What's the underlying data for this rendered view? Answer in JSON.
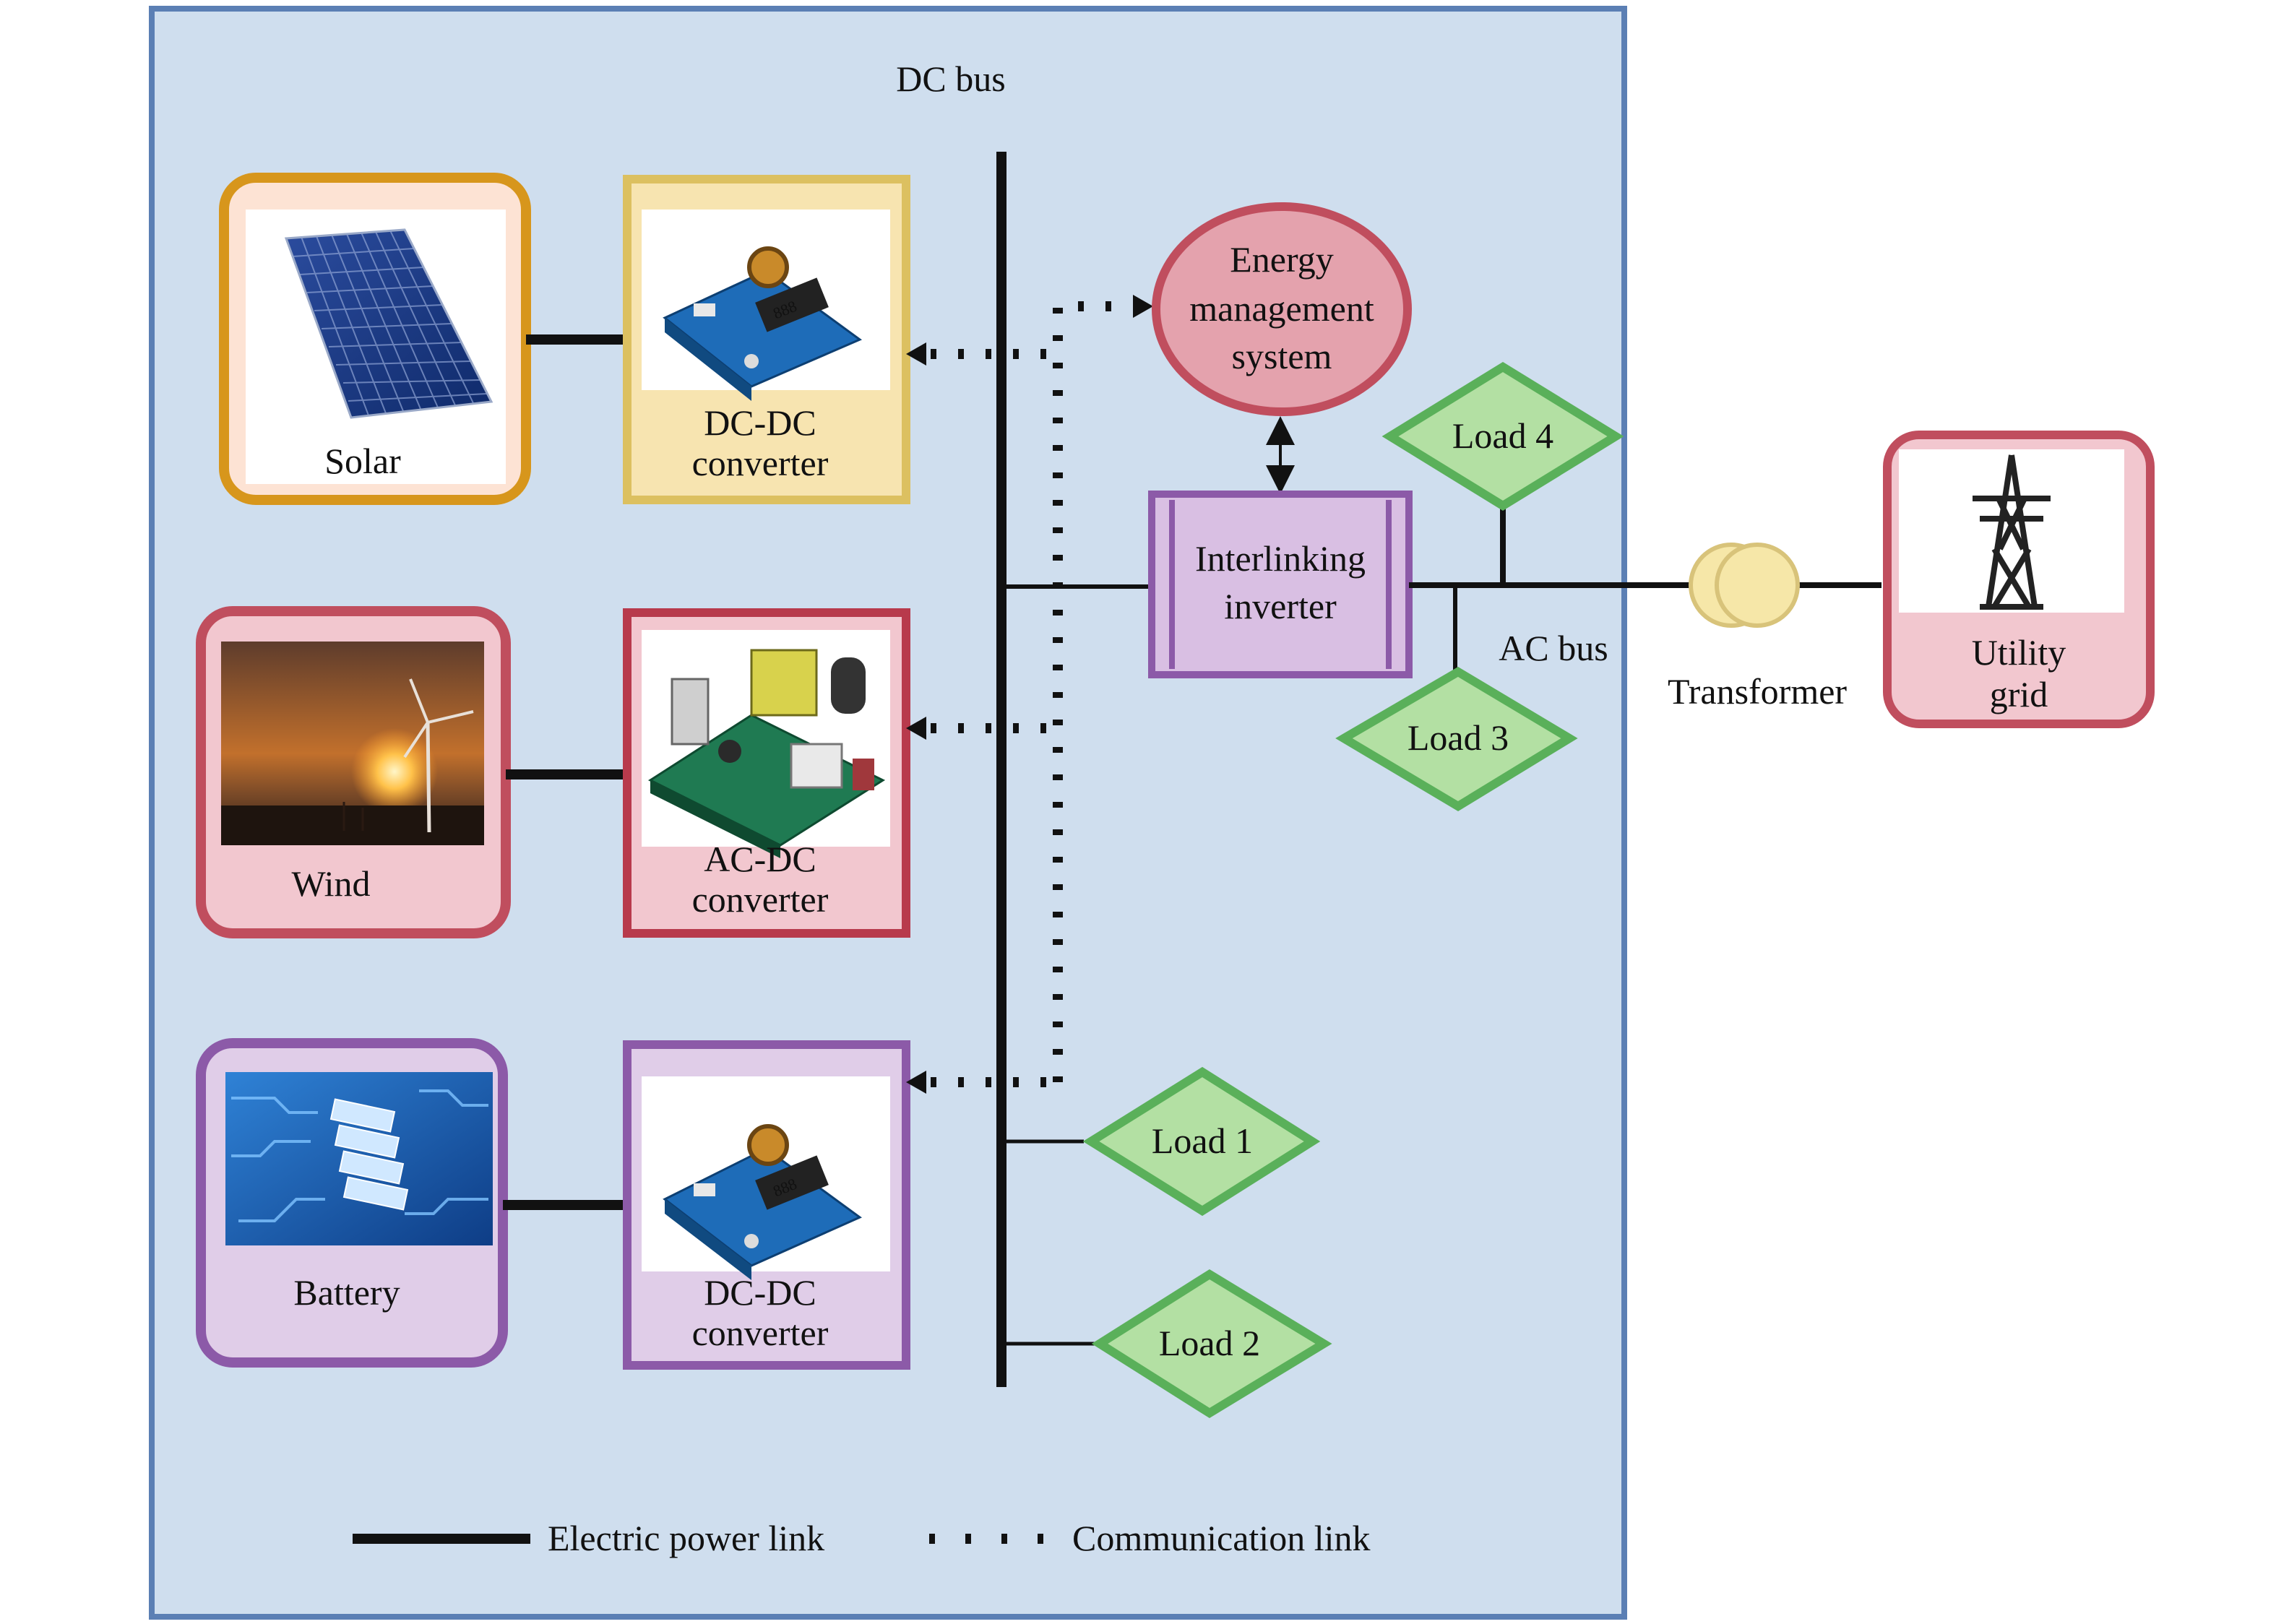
{
  "diagram": {
    "dc_bus_label": "DC bus",
    "ac_bus_label": "AC bus",
    "sources": {
      "solar": "Solar",
      "wind": "Wind",
      "battery": "Battery"
    },
    "converters": {
      "solar_line1": "DC-DC",
      "solar_line2": "converter",
      "wind_line1": "AC-DC",
      "wind_line2": "converter",
      "battery_line1": "DC-DC",
      "battery_line2": "converter"
    },
    "ems": {
      "line1": "Energy",
      "line2": "management",
      "line3": "system"
    },
    "inverter": {
      "line1": "Interlinking",
      "line2": "inverter"
    },
    "loads": {
      "load1": "Load 1",
      "load2": "Load 2",
      "load3": "Load 3",
      "load4": "Load 4"
    },
    "transformer": "Transformer",
    "grid": {
      "line1": "Utility",
      "line2": "grid"
    },
    "legend": {
      "power": "Electric power link",
      "communication": "Communication link"
    },
    "colors": {
      "panel_bg": "#cfdeee",
      "panel_border": "#5b7fb4",
      "solar_border": "#d7961c",
      "dcdc_solar_border": "#dcc060",
      "dcdc_solar_fill": "#f7e4b0",
      "pink_border": "#c04e5e",
      "pink_fill": "#f2c7cf",
      "purple_border": "#8c5aa8",
      "purple_fill": "#e0cde8",
      "ems_fill": "#e4a2ad",
      "load_fill": "#b3e0a3",
      "load_border": "#5ab05a",
      "transformer": "#f6e7a8"
    }
  }
}
